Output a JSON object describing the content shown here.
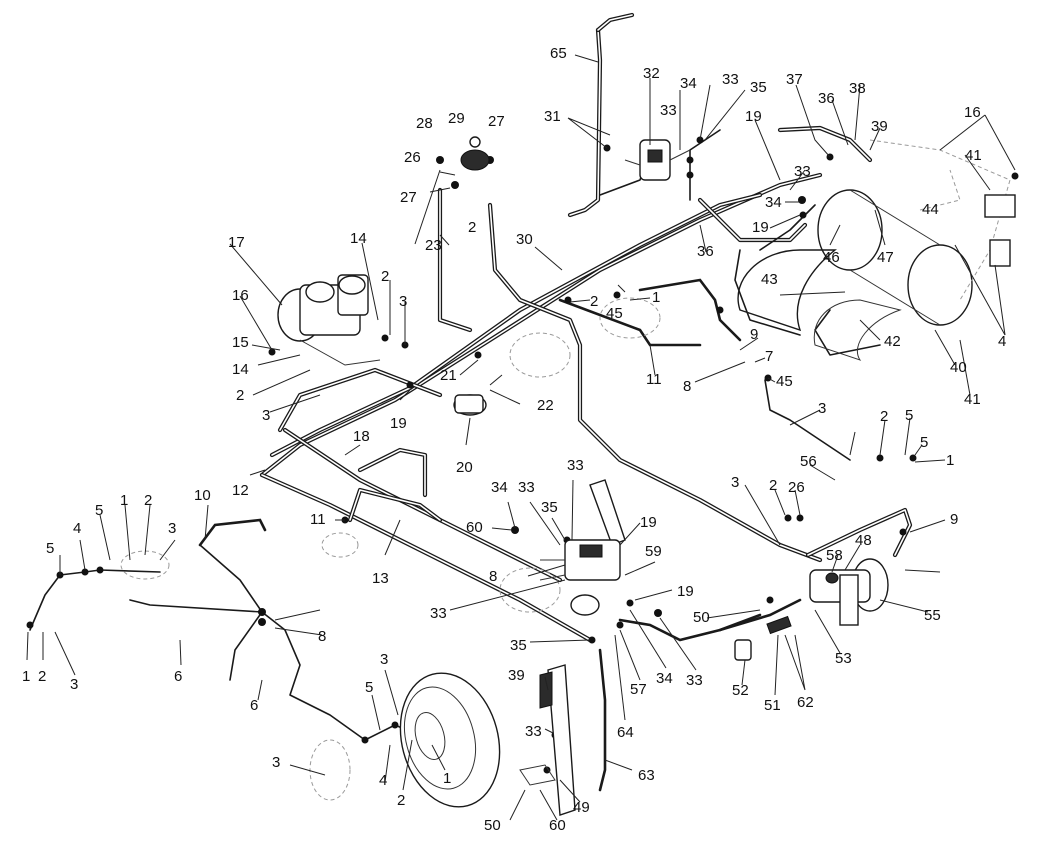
{
  "callouts": [
    "65",
    "32",
    "34",
    "33",
    "35",
    "31",
    "33",
    "29",
    "28",
    "27",
    "26",
    "27",
    "2",
    "23",
    "30",
    "17",
    "14",
    "16",
    "2",
    "3",
    "15",
    "14",
    "2",
    "3",
    "21",
    "22",
    "19",
    "20",
    "18",
    "12",
    "11",
    "13",
    "10",
    "5",
    "1",
    "2",
    "3",
    "4",
    "5",
    "6",
    "6",
    "1",
    "2",
    "3",
    "8",
    "3",
    "5",
    "4",
    "2",
    "1",
    "3",
    "19",
    "36",
    "33",
    "34",
    "19",
    "46",
    "47",
    "37",
    "36",
    "38",
    "39",
    "16",
    "41",
    "44",
    "43",
    "42",
    "40",
    "41",
    "4",
    "2",
    "1",
    "45",
    "11",
    "9",
    "7",
    "8",
    "45",
    "3",
    "2",
    "5",
    "1",
    "5",
    "56",
    "3",
    "2",
    "26",
    "9",
    "33",
    "34",
    "33",
    "35",
    "60",
    "19",
    "8",
    "33",
    "59",
    "19",
    "35",
    "33",
    "34",
    "57",
    "58",
    "48",
    "55",
    "50",
    "53",
    "52",
    "51",
    "62",
    "39",
    "33",
    "64",
    "63",
    "49",
    "60",
    "50",
    "35",
    "1"
  ]
}
